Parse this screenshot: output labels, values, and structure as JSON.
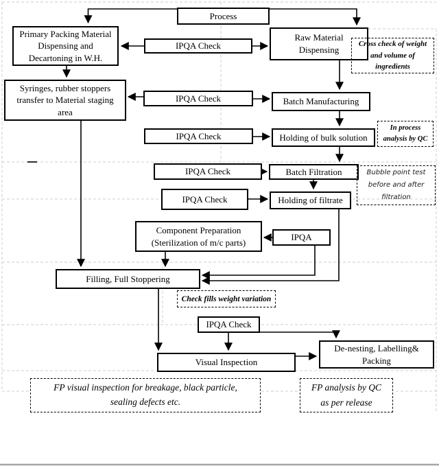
{
  "flowchart": {
    "nodes": {
      "process": "Process",
      "primary_packing": "Primary Packing Material\nDispensing and\nDecartoning in W.H.",
      "ipqa_check": "IPQA Check",
      "ipqa": "IPQA",
      "raw_material": "Raw Material\nDispensing",
      "syringes_transfer": "Syringes, rubber stoppers\ntransfer to Material staging\narea",
      "batch_manufacturing": "Batch Manufacturing",
      "holding_bulk": "Holding of bulk solution",
      "batch_filtration": "Batch Filtration",
      "holding_filtrate": "Holding of filtrate",
      "component_preparation": "Component Preparation\n(Sterilization of m/c parts)",
      "filling_stoppering": "Filling, Full Stoppering",
      "visual_inspection": "Visual Inspection",
      "denesting_packing": "De-nesting, Labelling&\nPacking"
    },
    "annotations": {
      "cross_check": "Cross check of weight\nand volume of\ningredients",
      "in_process_qc": "In process\nanalysis by QC",
      "bubble_point": "Bubble point test\nbefore and after\nfiltration",
      "check_fills": "Check fills weight variation",
      "fp_visual": "FP visual inspection for breakage, black particle,\nsealing defects etc.",
      "fp_analysis": "FP analysis by QC\nas per release"
    }
  },
  "colors": {
    "line": "#000000",
    "grid": "#c9cdd2",
    "page_edge": "#a6a6a6"
  }
}
